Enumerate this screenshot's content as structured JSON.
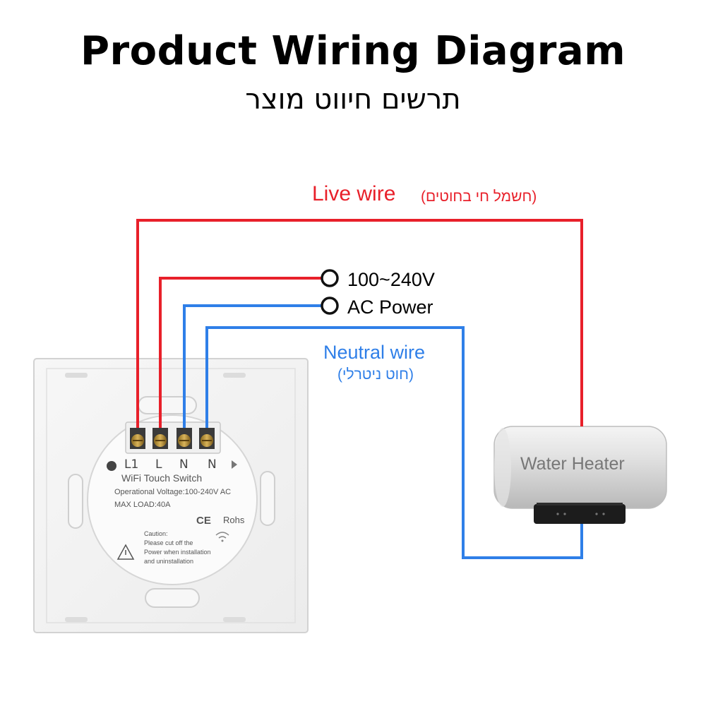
{
  "title": "Product Wiring Diagram",
  "subtitle": "תרשים חיווט מוצר",
  "labels": {
    "live_wire": "Live wire",
    "live_wire_he": "(חשמל חי בחוטים)",
    "voltage": "100~240V",
    "ac_power": "AC Power",
    "neutral_wire": "Neutral wire",
    "neutral_wire_he": "(חוט ניטרלי)"
  },
  "switch": {
    "terminals": [
      "L1",
      "L",
      "N",
      "N"
    ],
    "product_name": "WiFi Touch Switch",
    "operational_voltage": "Operational Voltage:100-240V AC",
    "max_load": "MAX LOAD:40A",
    "ce_mark": "CE",
    "rohs_mark": "Rohs",
    "caution": "Caution:\nPlease cut off the\nPower when installation\nand uninstallation"
  },
  "appliance": {
    "label": "Water Heater"
  },
  "colors": {
    "live": "#e8202a",
    "neutral": "#2f7fe8",
    "text": "#000000",
    "plate": "#f3f3f3",
    "heater": "#d9d9d9"
  }
}
